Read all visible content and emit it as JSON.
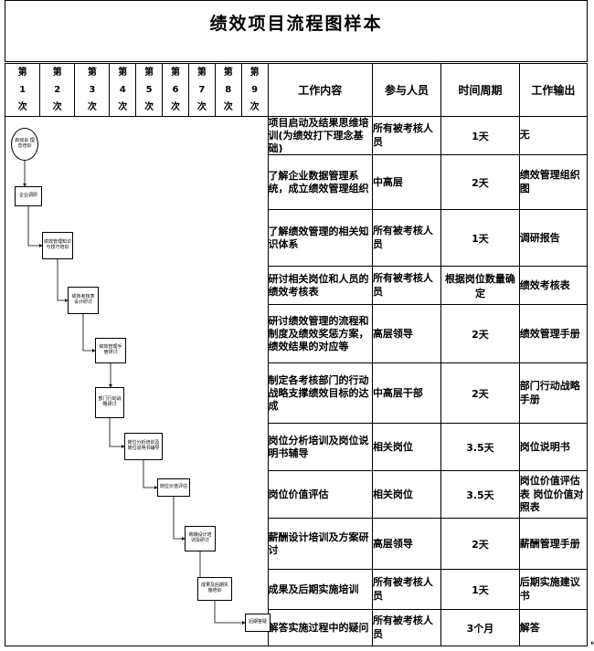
{
  "title": "绩效项目流程图样本",
  "steps": [
    {
      "top": "第",
      "num": "1",
      "bottom": "次"
    },
    {
      "top": "第",
      "num": "2",
      "bottom": "次"
    },
    {
      "top": "第",
      "num": "3",
      "bottom": "次"
    },
    {
      "top": "第",
      "num": "4",
      "bottom": "次"
    },
    {
      "top": "第",
      "num": "5",
      "bottom": "次"
    },
    {
      "top": "第",
      "num": "6",
      "bottom": "次"
    },
    {
      "top": "第",
      "num": "7",
      "bottom": "次"
    },
    {
      "top": "第",
      "num": "8",
      "bottom": "次"
    },
    {
      "top": "第",
      "num": "9",
      "bottom": "次"
    }
  ],
  "headers": {
    "content": "工作内容",
    "people": "参与人员",
    "time": "时间周期",
    "output": "工作输出"
  },
  "rows": [
    {
      "content": "项目启动及结果思维培训(为绩效打下理念基础)",
      "people": "所有被考核人员",
      "time": "1天",
      "output": "无"
    },
    {
      "content": "了解企业数据管理系统，成立绩效管理组织",
      "people": "中高层",
      "time": "2天",
      "output": "绩效管理组织图"
    },
    {
      "content": "了解绩效管理的相关知识体系",
      "people": "所有被考核人员",
      "time": "1天",
      "output": "调研报告"
    },
    {
      "content": "研讨相关岗位和人员的绩效考核表",
      "people": "所有被考核人员",
      "time": "根据岗位数量确定",
      "output": "绩效考核表"
    },
    {
      "content": "研讨绩效管理的流程和制度及绩效奖惩方案，绩效结果的对应等",
      "people": "高层领导",
      "time": "2天",
      "output": "绩效管理手册"
    },
    {
      "content": "制定各考核部门的行动战略支撑绩效目标的达成",
      "people": "中高层干部",
      "time": "2天",
      "output": "部门行动战略手册"
    },
    {
      "content": "岗位分析培训及岗位说明书辅导",
      "people": "相关岗位",
      "time": "3.5天",
      "output": "岗位说明书"
    },
    {
      "content": "岗位价值评估",
      "people": "相关岗位",
      "time": "3.5天",
      "output": "岗位价值评估表 岗位价值对照表"
    },
    {
      "content": "薪酬设计培训及方案研讨",
      "people": "高层领导",
      "time": "2天",
      "output": "薪酬管理手册"
    },
    {
      "content": "成果及后期实施培训",
      "people": "所有被考核人员",
      "time": "1天",
      "output": "后期实施建议书"
    },
    {
      "content": "解答实施过程中的疑问",
      "people": "所有被考核人员",
      "time": "3个月",
      "output": "解答"
    }
  ],
  "flow": [
    "启动会 理念培训",
    "企业调研",
    "绩效管理知识 与技巧培训",
    "绩效考核表 设计研讨",
    "绩效管理手 册研讨",
    "部门行动战 略研讨",
    "岗位分析培训及 岗位说明书辅导",
    "岗位价值评估",
    "薪酬设计培 训及研讨",
    "成果及后期实 施培训",
    "后期答疑"
  ],
  "pilcrow": "↵"
}
